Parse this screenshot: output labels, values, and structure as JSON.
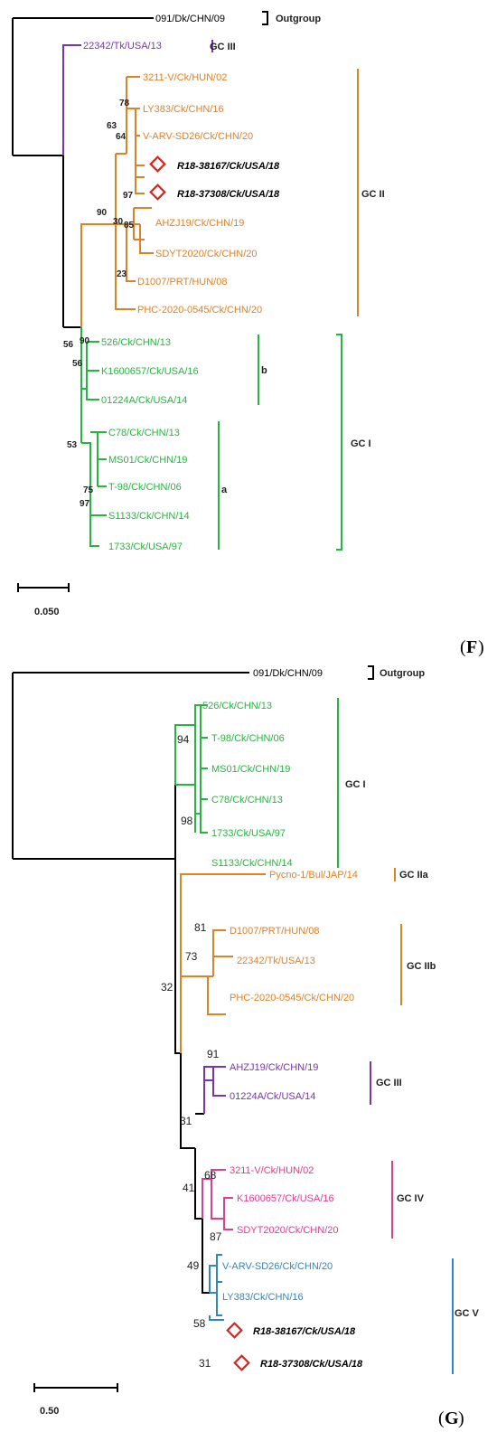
{
  "colors": {
    "black": "#000000",
    "orange": "#e67e22",
    "green": "#1fba3a",
    "purple": "#7b32b8",
    "pink": "#e8398c",
    "blue": "#2f86c8",
    "marker": "#e02020"
  },
  "panel_f": {
    "label_paren_open": "(",
    "label_letter": "F",
    "label_paren_close": ")",
    "scale_label": "0.050",
    "tips": {
      "outgroup": "091/Dk/CHN/09",
      "t22342": "22342/Tk/USA/13",
      "t3211": "3211-V/Ck/HUN/02",
      "tly383": "LY383/Ck/CHN/16",
      "tvarv": "V-ARV-SD26/Ck/CHN/20",
      "tr38167": "R18-38167/Ck/USA/18",
      "tr37308": "R18-37308/Ck/USA/18",
      "tahzj": "AHZJ19/Ck/CHN/19",
      "tsdyt": "SDYT2020/Ck/CHN/20",
      "td1007": "D1007/PRT/HUN/08",
      "tphc": "PHC-2020-0545/Ck/CHN/20",
      "t526": "526/Ck/CHN/13",
      "tk16": "K1600657/Ck/USA/16",
      "t01224": "01224A/Ck/USA/14",
      "tc78": "C78/Ck/CHN/13",
      "tms01": "MS01/Ck/CHN/19",
      "tt98": "T-98/Ck/CHN/06",
      "ts1133": "S1133/Ck/CHN/14",
      "t1733": "1733/Ck/USA/97"
    },
    "bootstrap": {
      "b78": "78",
      "b63": "63",
      "b64": "64",
      "b97": "97",
      "b90a": "90",
      "b30": "30",
      "b85": "85",
      "b23": "23",
      "b90b": "90",
      "b56a": "56",
      "b56b": "56",
      "b53": "53",
      "b75": "75",
      "b97b": "97"
    },
    "groups": {
      "outgroup": "Outgroup",
      "gc3": "GC III",
      "gc2": "GC II",
      "gc1": "GC I",
      "sub_b": "b",
      "sub_a": "a"
    }
  },
  "panel_g": {
    "label_paren_open": "(",
    "label_letter": "G",
    "label_paren_close": ")",
    "scale_label": "0.50",
    "tips": {
      "outgroup": "091/Dk/CHN/09",
      "t526": "526/Ck/CHN/13",
      "tt98": "T-98/Ck/CHN/06",
      "tms01": "MS01/Ck/CHN/19",
      "tc78": "C78/Ck/CHN/13",
      "t1733": "1733/Ck/USA/97",
      "ts1133": "S1133/Ck/CHN/14",
      "tpycno": "Pycno-1/Bul/JAP/14",
      "td1007": "D1007/PRT/HUN/08",
      "t22342": "22342/Tk/USA/13",
      "tphc": "PHC-2020-0545/Ck/CHN/20",
      "tahzj": "AHZJ19/Ck/CHN/19",
      "t01224": "01224A/Ck/USA/14",
      "t3211": "3211-V/Ck/HUN/02",
      "tk16": "K1600657/Ck/USA/16",
      "tsdyt": "SDYT2020/Ck/CHN/20",
      "tvarv": "V-ARV-SD26/Ck/CHN/20",
      "tly383": "LY383/Ck/CHN/16",
      "tr38167": "R18-38167/Ck/USA/18",
      "tr37308": "R18-37308/Ck/USA/18"
    },
    "bootstrap": {
      "b94": "94",
      "b98": "98",
      "b81": "81",
      "b73": "73",
      "b32": "32",
      "b91": "91",
      "b31a": "31",
      "b68": "68",
      "b41": "41",
      "b87": "87",
      "b49": "49",
      "b58": "58",
      "b31b": "31"
    },
    "groups": {
      "outgroup": "Outgroup",
      "gc1": "GC I",
      "gc2a": "GC IIa",
      "gc2b": "GC IIb",
      "gc3": "GC III",
      "gc4": "GC IV",
      "gc5": "GC V"
    }
  }
}
